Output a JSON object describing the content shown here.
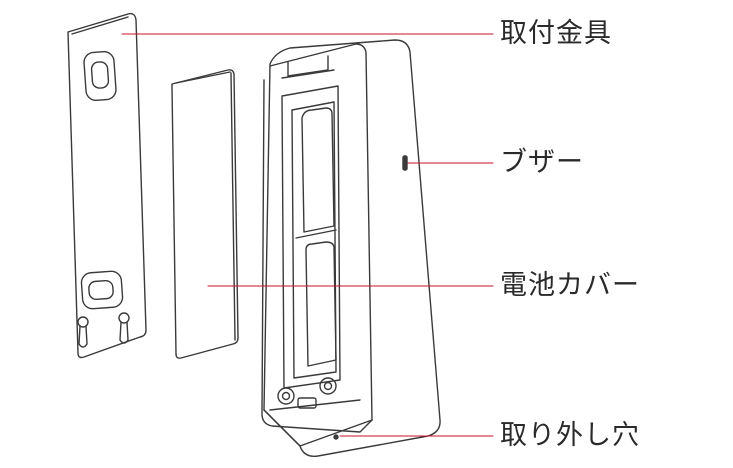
{
  "labels": {
    "mount_bracket": "取付金具",
    "buzzer": "ブザー",
    "battery_cover": "電池カバー",
    "removal_hole": "取り外し穴"
  },
  "colors": {
    "outline": "#3a3a3a",
    "leader": "#c8102e",
    "text": "#2a2a2a"
  }
}
